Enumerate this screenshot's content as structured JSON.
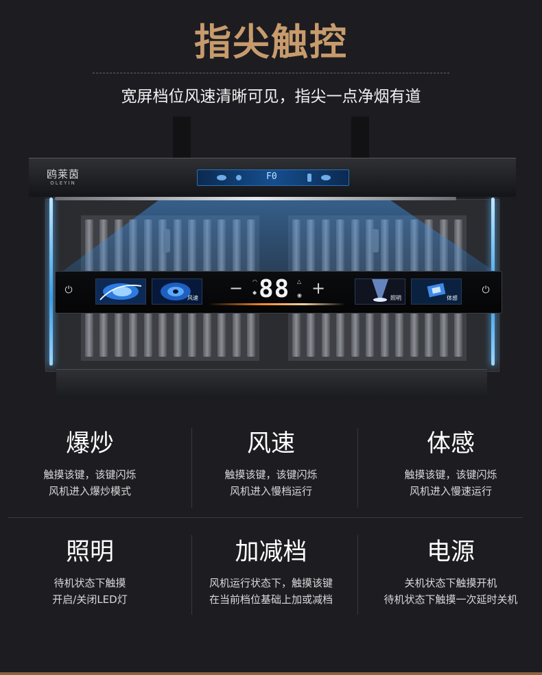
{
  "headline": "指尖触控",
  "subline": "宽屏档位风速清晰可见，指尖一点净烟有道",
  "product": {
    "brand_cn": "鸥莱茵",
    "brand_en": "OLEYIN",
    "mini_display_text": "F0",
    "panel": {
      "left_buttons": [
        {
          "label": "",
          "icon": "flame-swirl-art"
        },
        {
          "label": "风速",
          "icon": "vortex-art"
        }
      ],
      "right_buttons": [
        {
          "label": "照明",
          "icon": "light-beam-art"
        },
        {
          "label": "体感",
          "icon": "chip-sensor-art"
        }
      ],
      "minus_label": "−",
      "plus_label": "+",
      "digits": "88",
      "power_icon": "power-icon"
    }
  },
  "features": [
    {
      "title": "爆炒",
      "line1": "触摸该键，该键闪烁",
      "line2": "风机进入爆炒模式"
    },
    {
      "title": "风速",
      "line1": "触摸该键，该键闪烁",
      "line2": "风机进入慢档运行"
    },
    {
      "title": "体感",
      "line1": "触摸该键，该键闪烁",
      "line2": "风机进入慢速运行"
    },
    {
      "title": "照明",
      "line1": "待机状态下触摸",
      "line2": "开启/关闭LED灯"
    },
    {
      "title": "加减档",
      "line1": "风机运行状态下，触摸该键",
      "line2": "在当前档位基础上加或减档"
    },
    {
      "title": "电源",
      "line1": "关机状态下触摸开机",
      "line2": "待机状态下触摸一次延时关机"
    }
  ],
  "colors": {
    "background": "#1d1c21",
    "headline": "#c79b6c",
    "accent_blue": "#3a9ee8",
    "accent_orange": "#ff8a2a"
  }
}
